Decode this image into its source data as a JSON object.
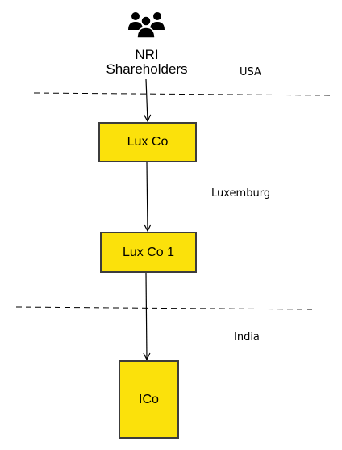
{
  "shareholders": {
    "icon": "users-group-icon",
    "line1": "NRI",
    "line2": "Shareholders"
  },
  "regions": {
    "usa": "USA",
    "luxembourg": "Luxemburg",
    "india": "India"
  },
  "entities": {
    "lux_co": "Lux Co",
    "lux_co_1": "Lux Co 1",
    "ico": "ICo"
  },
  "colors": {
    "entity_fill": "#fbe10b",
    "entity_border": "#3c3c3c",
    "line": "#000000"
  }
}
